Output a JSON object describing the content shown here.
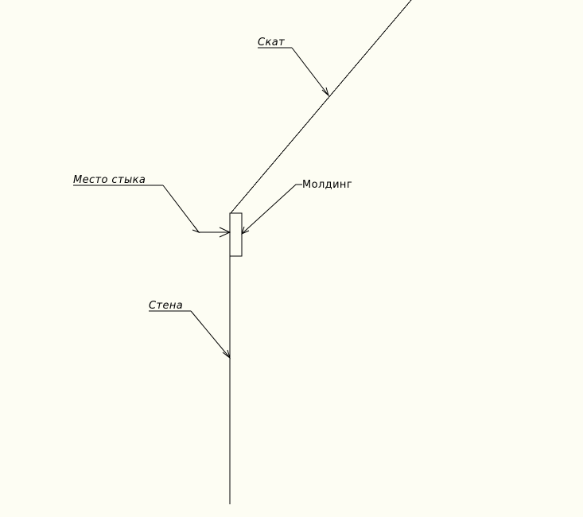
{
  "colors": {
    "background": "#fdfdf3",
    "line": "#000000"
  },
  "labels": {
    "slope": "Скат",
    "joint": "Место стыка",
    "molding": "Молдинг",
    "wall": "Стена"
  }
}
